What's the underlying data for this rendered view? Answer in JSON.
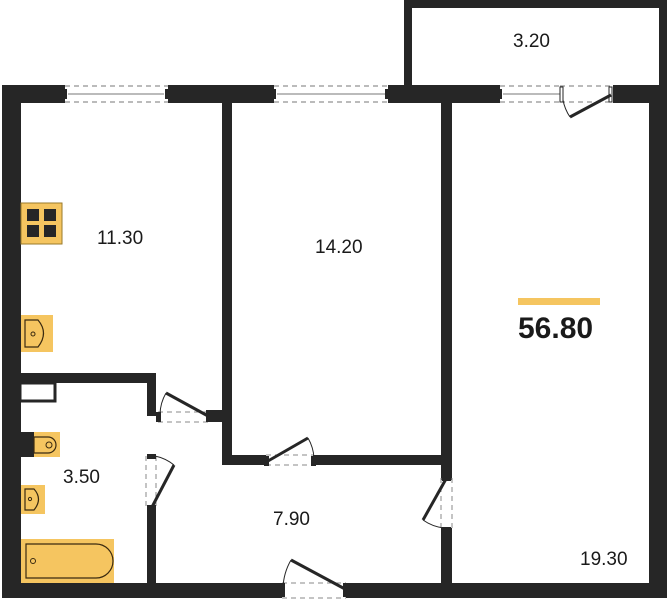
{
  "plan": {
    "total_area": "56.80",
    "accent_color": "#f5c560",
    "wall_color": "#262626",
    "rooms": [
      {
        "id": "kitchen",
        "area": "11.30"
      },
      {
        "id": "bedroom",
        "area": "14.20"
      },
      {
        "id": "balcony",
        "area": "3.20"
      },
      {
        "id": "living-room",
        "area": "19.30"
      },
      {
        "id": "bathroom",
        "area": "3.50"
      },
      {
        "id": "hallway",
        "area": "7.90"
      }
    ],
    "fixtures": [
      "stove-icon",
      "kitchen-sink-icon",
      "toilet-icon",
      "bathroom-sink-icon",
      "bathtub-icon"
    ]
  }
}
